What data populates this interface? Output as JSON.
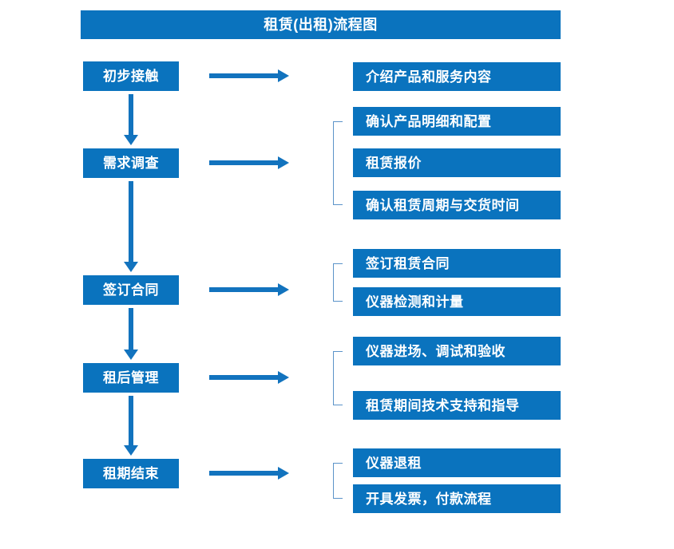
{
  "title": "租赁(出租)流程图",
  "colors": {
    "box_fill": "#0A73BE",
    "box_text": "#FFFFFF",
    "arrow": "#1273BE",
    "bracket": "#5B93C9",
    "background": "#FFFFFF"
  },
  "stages": [
    {
      "label": "初步接触"
    },
    {
      "label": "需求调查"
    },
    {
      "label": "签订合同"
    },
    {
      "label": "租后管理"
    },
    {
      "label": "租期结束"
    }
  ],
  "details": [
    {
      "label": "介绍产品和服务内容"
    },
    {
      "label": "确认产品明细和配置"
    },
    {
      "label": "租赁报价"
    },
    {
      "label": "确认租赁周期与交货时间"
    },
    {
      "label": "签订租赁合同"
    },
    {
      "label": "仪器检测和计量"
    },
    {
      "label": "仪器进场、调试和验收"
    },
    {
      "label": "租赁期间技术支持和指导"
    },
    {
      "label": "仪器退租"
    },
    {
      "label": "开具发票，付款流程"
    }
  ]
}
